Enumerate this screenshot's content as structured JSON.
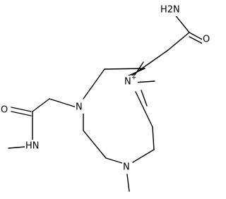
{
  "atoms": {
    "nh2": "H2N",
    "o_top": "O",
    "n_top": "N",
    "n_top_charge": "+",
    "n_left": "N",
    "o_left": "O",
    "nh_left": "HN",
    "n_bottom": "N"
  }
}
